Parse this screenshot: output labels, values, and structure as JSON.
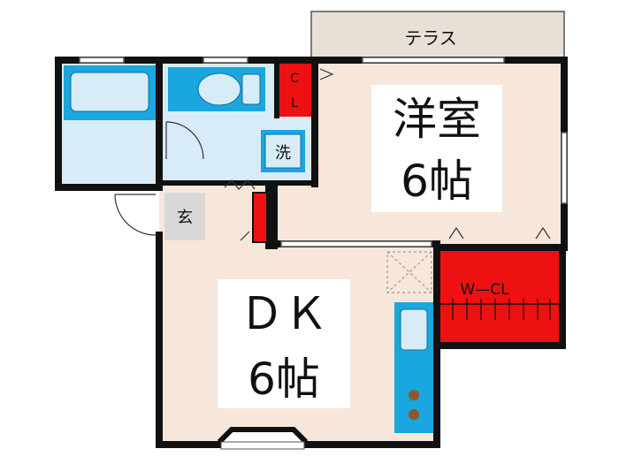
{
  "rooms": {
    "terrace": "テラス",
    "western_room_name": "洋室",
    "western_room_size": "6帖",
    "dk_name": "ＤＫ",
    "dk_size": "6帖",
    "closet_c": "C",
    "closet_l": "L",
    "walk_in_closet": "W—CL",
    "entrance": "玄",
    "washer": "洗"
  },
  "colors": {
    "wall": "#111111",
    "floor": "#f7e6da",
    "wet_area": "#d8ecf8",
    "fixture_blue": "#1aa6de",
    "closet_red": "#ee1111",
    "terrace": "#e8e0d6",
    "entrance": "#d8d8d8"
  },
  "icons": [
    "bathtub-icon",
    "toilet-icon",
    "door-swing-icon",
    "sink-icon",
    "stove-burner-icon",
    "window-icon"
  ]
}
